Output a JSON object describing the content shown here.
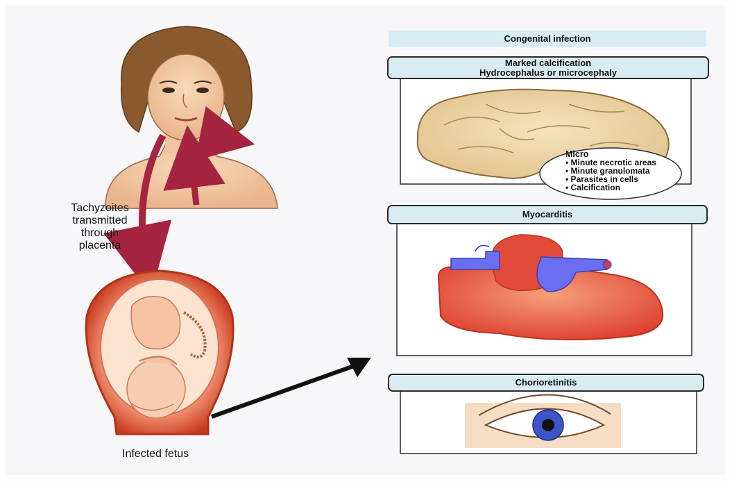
{
  "title": "Congenital infection",
  "left": {
    "transmission_caption_lines": [
      "Tachyzoites",
      "transmitted",
      "through",
      "placenta"
    ],
    "fetus_caption": "Infected fetus"
  },
  "panels": [
    {
      "heading_lines": [
        "Marked calcification",
        "Hydrocephalus or microcephaly"
      ],
      "micro_heading": "Micro",
      "micro_items": [
        "Minute necrotic areas",
        "Minute granulomata",
        "Parasites in cells",
        "Calcification"
      ]
    },
    {
      "heading": "Myocarditis"
    },
    {
      "heading": "Chorioretinitis"
    }
  ],
  "colors": {
    "panel_header": "#d9ecf3",
    "arrow_maroon": "#a5243f",
    "heart_red": "#e04a3c",
    "vessel_blue": "#6a6ef0"
  }
}
